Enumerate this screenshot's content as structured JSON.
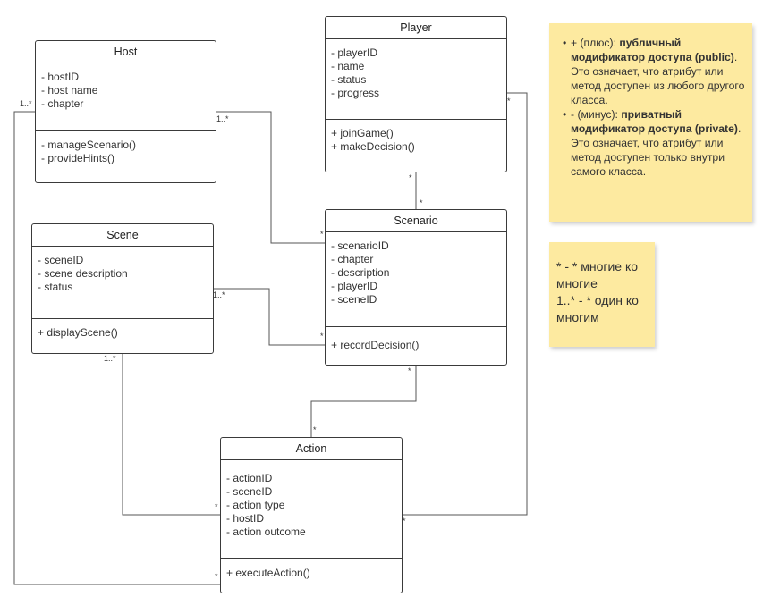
{
  "classes": {
    "player": {
      "title": "Player",
      "attributes": [
        "- playerID",
        "- name",
        "- status",
        "- progress"
      ],
      "operations": [
        "+ joinGame()",
        "+ makeDecision()"
      ]
    },
    "host": {
      "title": "Host",
      "attributes": [
        "- hostID",
        "- host name",
        "- chapter"
      ],
      "operations": [
        "- manageScenario()",
        "- provideHints()"
      ]
    },
    "scene": {
      "title": "Scene",
      "attributes": [
        "- sceneID",
        "- scene description",
        "- status"
      ],
      "operations": [
        "+ displayScene()"
      ]
    },
    "scenario": {
      "title": "Scenario",
      "attributes": [
        "- scenarioID",
        "- chapter",
        "- description",
        "- playerID",
        "- sceneID"
      ],
      "operations": [
        "+ recordDecision()"
      ]
    },
    "action": {
      "title": "Action",
      "attributes": [
        "- actionID",
        "- sceneID",
        "- action type",
        "- hostID",
        "- action outcome"
      ],
      "operations": [
        "+ executeAction()"
      ]
    }
  },
  "multiplicities": {
    "host_left": "1..*",
    "host_right": "1..*",
    "player_right": "*",
    "player_bottom": "*",
    "scenario_top": "*",
    "scenario_left_top": "*",
    "scenario_left_bottom": "*",
    "scenario_bottom": "*",
    "scene_right": "1..*",
    "scene_bottom": "1..*",
    "action_top": "*",
    "action_left_mid": "*",
    "action_left_bottom": "*",
    "action_right": "*"
  },
  "notes": {
    "modifiers": {
      "public": {
        "prefix": "+ (плюс): ",
        "bold": "публичный модификатор доступа (public)",
        "suffix": ".",
        "body": "Это означает, что атрибут или метод доступен из любого другого класса."
      },
      "private": {
        "prefix": "- (минус): ",
        "bold": "приватный модификатор доступа (private)",
        "suffix": ".",
        "body": "Это означает, что атрибут или метод доступен только внутри самого класса."
      }
    },
    "multiplicity": {
      "line1": "* - * многие ко многие",
      "line2": "1..* - * один ко многим"
    }
  },
  "colors": {
    "note_bg": "#fdeaa0",
    "border": "#3a3a3a"
  }
}
